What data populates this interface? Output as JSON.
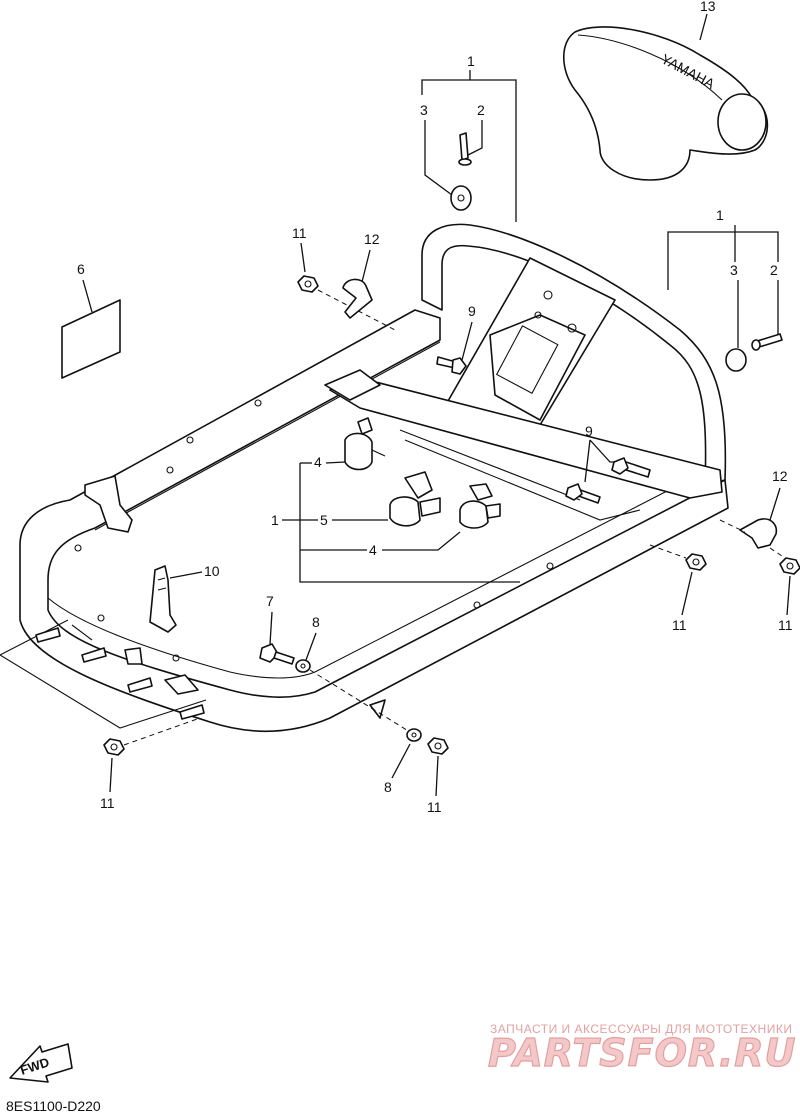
{
  "callouts": {
    "c13": "13",
    "c1_top": "1",
    "c2_top": "2",
    "c3_top": "3",
    "c1_right": "1",
    "c2_right": "2",
    "c3_right": "3",
    "c11_a": "11",
    "c12_a": "12",
    "c6": "6",
    "c9_a": "9",
    "c9_b": "9",
    "c4_a": "4",
    "c1_mid": "1",
    "c5": "5",
    "c4_b": "4",
    "c12_b": "12",
    "c10": "10",
    "c7": "7",
    "c8_a": "8",
    "c11_b": "11",
    "c11_c": "11",
    "c11_d": "11",
    "c8_b": "8",
    "c11_e": "11"
  },
  "cover_brand": "YAMAHA",
  "fwd_label": "FWD",
  "diagram_code": "8ES1100-D220",
  "watermark": {
    "caption": "ЗАПЧАСТИ И АКСЕССУАРЫ ДЛЯ МОТОТЕХНИКИ",
    "logo": "PARTSFOR.RU"
  }
}
